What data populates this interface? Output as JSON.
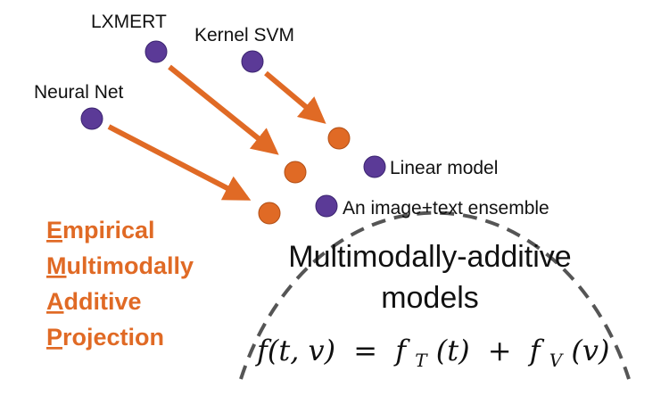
{
  "colors": {
    "accent": "#e06a25",
    "model_dot": "#5b3a97",
    "boundary": "#555555",
    "text": "#111111"
  },
  "models": [
    {
      "label": "LXMERT",
      "name": "lxmert"
    },
    {
      "label": "Kernel SVM",
      "name": "kernel-svm"
    },
    {
      "label": "Neural Net",
      "name": "neural-net"
    }
  ],
  "inside_models": [
    {
      "label": "Linear model",
      "name": "linear-model"
    },
    {
      "label": "An image+text ensemble",
      "name": "image-text-ensemble"
    }
  ],
  "region": {
    "title_line1": "Multimodally-additive",
    "title_line2": "models"
  },
  "formula": {
    "lhs": "f(t, v)",
    "eq": "=",
    "t_term_f": "f",
    "t_term_sub": "T",
    "t_term_arg": "(t)",
    "plus": "+",
    "v_term_f": "f",
    "v_term_sub": "V",
    "v_term_arg": "(v)"
  },
  "acronym": [
    {
      "first": "E",
      "rest": "mpirical"
    },
    {
      "first": "M",
      "rest": "ultimodally"
    },
    {
      "first": "A",
      "rest": "dditive"
    },
    {
      "first": "P",
      "rest": "rojection"
    }
  ]
}
